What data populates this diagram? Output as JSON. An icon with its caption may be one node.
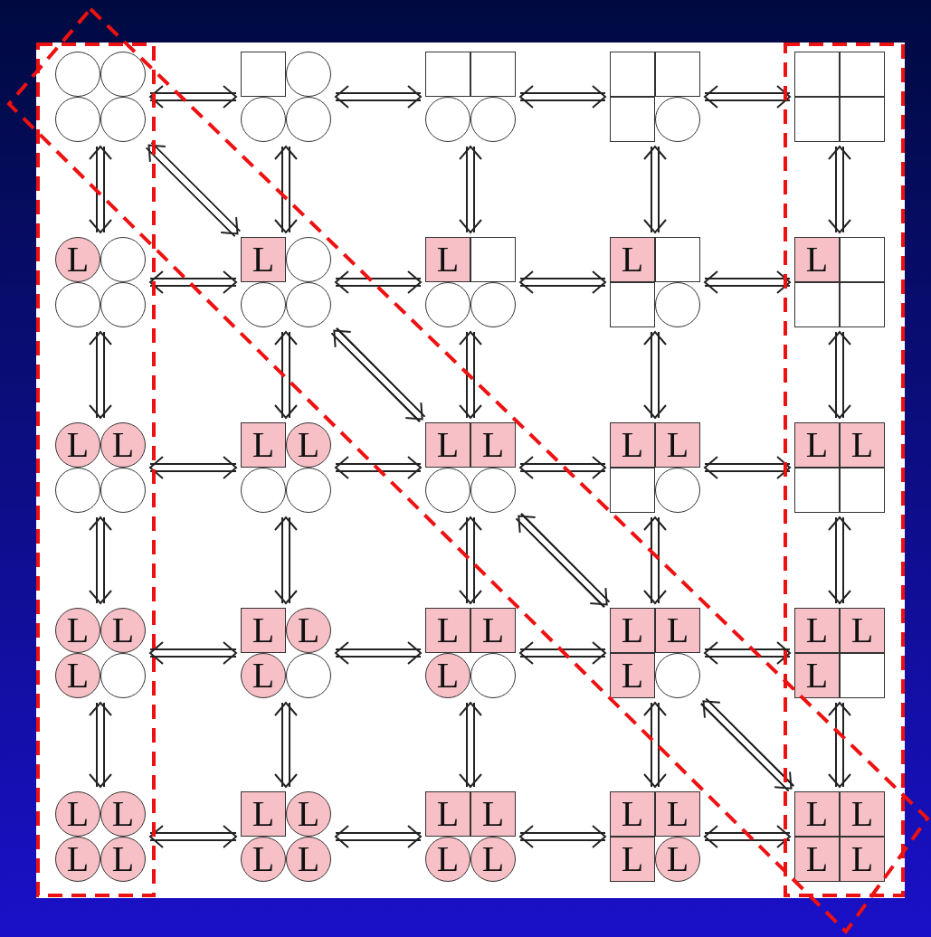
{
  "diagram": {
    "nodes": [
      {
        "text": [],
        "shape": "box"
      },
      {
        "text": [],
        "shape": "box"
      },
      {
        "text": [],
        "shape": "box"
      },
      {
        "text": [],
        "shape": "box"
      },
      {
        "text": [],
        "shape": "box"
      },
      {
        "text": [
          "L"
        ]
      },
      {
        "text": [
          "L"
        ]
      },
      {
        "text": [
          "L"
        ]
      },
      {
        "text": [
          "L"
        ]
      },
      {
        "text": [
          "L"
        ]
      },
      {
        "text": [
          "L",
          "L"
        ]
      },
      {
        "text": [
          "L",
          "L"
        ]
      },
      {
        "text": [
          "L",
          "L"
        ]
      },
      {
        "text": [
          "L",
          "L"
        ]
      },
      {
        "text": [
          "L",
          "L"
        ]
      },
      {
        "text": [
          "L",
          "L",
          "L"
        ]
      },
      {
        "text": [
          "L",
          "L",
          "L"
        ]
      },
      {
        "text": [
          "L",
          "L",
          "L"
        ]
      },
      {
        "text": [
          "L",
          "L",
          "L"
        ]
      },
      {
        "text": [
          "L",
          "L",
          "L"
        ]
      },
      {
        "text": [
          "L",
          "L",
          "L",
          "L"
        ]
      },
      {
        "text": [
          "L",
          "L",
          "L",
          "L"
        ]
      },
      {
        "text": [
          "L",
          "L",
          "L",
          "L"
        ]
      },
      {
        "text": [
          "L",
          "L",
          "L",
          "L"
        ]
      },
      {
        "text": [
          "L",
          "L",
          "L",
          "L"
        ]
      }
    ],
    "edges": [
      {
        "from": 0,
        "to": 1,
        "arrow": "both"
      },
      {
        "from": 1,
        "to": 2,
        "arrow": "both"
      },
      {
        "from": 2,
        "to": 3,
        "arrow": "both"
      },
      {
        "from": 3,
        "to": 4,
        "arrow": "both"
      },
      {
        "from": 0,
        "to": 5,
        "arrow": "both"
      },
      {
        "from": 1,
        "to": 6,
        "arrow": "both"
      },
      {
        "from": 2,
        "to": 7,
        "arrow": "both"
      },
      {
        "from": 3,
        "to": 8,
        "arrow": "both"
      },
      {
        "from": 4,
        "to": 9,
        "arrow": "both"
      },
      {
        "from": 0,
        "to": 6,
        "arrow": "both"
      },
      {
        "from": 5,
        "to": 6,
        "arrow": "both"
      },
      {
        "from": 6,
        "to": 7,
        "arrow": "both"
      },
      {
        "from": 7,
        "to": 8,
        "arrow": "both"
      },
      {
        "from": 8,
        "to": 9,
        "arrow": "both"
      },
      {
        "from": 5,
        "to": 10,
        "arrow": "both"
      },
      {
        "from": 6,
        "to": 11,
        "arrow": "both"
      },
      {
        "from": 7,
        "to": 12,
        "arrow": "both"
      },
      {
        "from": 8,
        "to": 13,
        "arrow": "both"
      },
      {
        "from": 9,
        "to": 14,
        "arrow": "both"
      },
      {
        "from": 6,
        "to": 12,
        "arrow": "both"
      },
      {
        "from": 10,
        "to": 11,
        "arrow": "both"
      },
      {
        "from": 11,
        "to": 12,
        "arrow": "both"
      },
      {
        "from": 12,
        "to": 13,
        "arrow": "both"
      },
      {
        "from": 13,
        "to": 14,
        "arrow": "both"
      },
      {
        "from": 10,
        "to": 15,
        "arrow": "both"
      },
      {
        "from": 11,
        "to": 16,
        "arrow": "both"
      },
      {
        "from": 12,
        "to": 17,
        "arrow": "both"
      },
      {
        "from": 13,
        "to": 18,
        "arrow": "both"
      },
      {
        "from": 14,
        "to": 19,
        "arrow": "both"
      },
      {
        "from": 12,
        "to": 18,
        "arrow": "both"
      },
      {
        "from": 15,
        "to": 16,
        "arrow": "both"
      },
      {
        "from": 16,
        "to": 17,
        "arrow": "both"
      },
      {
        "from": 17,
        "to": 18,
        "arrow": "both"
      },
      {
        "from": 18,
        "to": 19,
        "arrow": "both"
      },
      {
        "from": 15,
        "to": 20,
        "arrow": "both"
      },
      {
        "from": 16,
        "to": 21,
        "arrow": "both"
      },
      {
        "from": 17,
        "to": 22,
        "arrow": "both"
      },
      {
        "from": 18,
        "to": 23,
        "arrow": "both"
      },
      {
        "from": 19,
        "to": 24,
        "arrow": "both"
      },
      {
        "from": 18,
        "to": 24,
        "arrow": "both"
      },
      {
        "from": 20,
        "to": 21,
        "arrow": "both"
      },
      {
        "from": 21,
        "to": 22,
        "arrow": "both"
      },
      {
        "from": 22,
        "to": 23,
        "arrow": "both"
      },
      {
        "from": 23,
        "to": 24,
        "arrow": "both"
      }
    ]
  }
}
